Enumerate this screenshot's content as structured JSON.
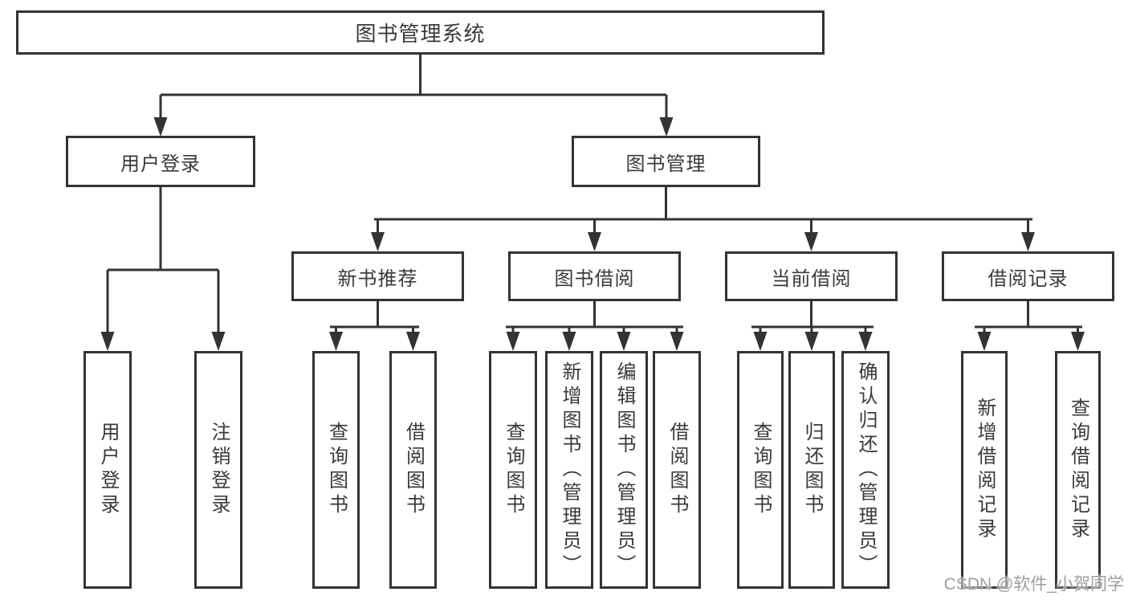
{
  "diagram_type": "functional-structure-tree",
  "tree": {
    "root": {
      "label": "图书管理系统"
    },
    "branches": [
      {
        "label": "用户登录",
        "children": [
          {
            "label": "用户登录"
          },
          {
            "label": "注销登录"
          }
        ]
      },
      {
        "label": "图书管理",
        "children": [
          {
            "label": "新书推荐",
            "children": [
              {
                "label": "查询图书"
              },
              {
                "label": "借阅图书"
              }
            ]
          },
          {
            "label": "图书借阅",
            "children": [
              {
                "label": "查询图书"
              },
              {
                "label": "新增图书（管理员）"
              },
              {
                "label": "编辑图书（管理员）"
              },
              {
                "label": "借阅图书"
              }
            ]
          },
          {
            "label": "当前借阅",
            "children": [
              {
                "label": "查询图书"
              },
              {
                "label": "归还图书"
              },
              {
                "label": "确认归还（管理员）"
              }
            ]
          },
          {
            "label": "借阅记录",
            "children": [
              {
                "label": "新增借阅记录"
              },
              {
                "label": "查询借阅记录"
              }
            ]
          }
        ]
      }
    ]
  },
  "watermark": {
    "text": "CSDN @软件_小贺同学"
  },
  "colors": {
    "line": "#333333",
    "box_border": "#333333",
    "text": "#3a3a3a",
    "watermark": "#9e9e9e",
    "background": "#ffffff"
  }
}
